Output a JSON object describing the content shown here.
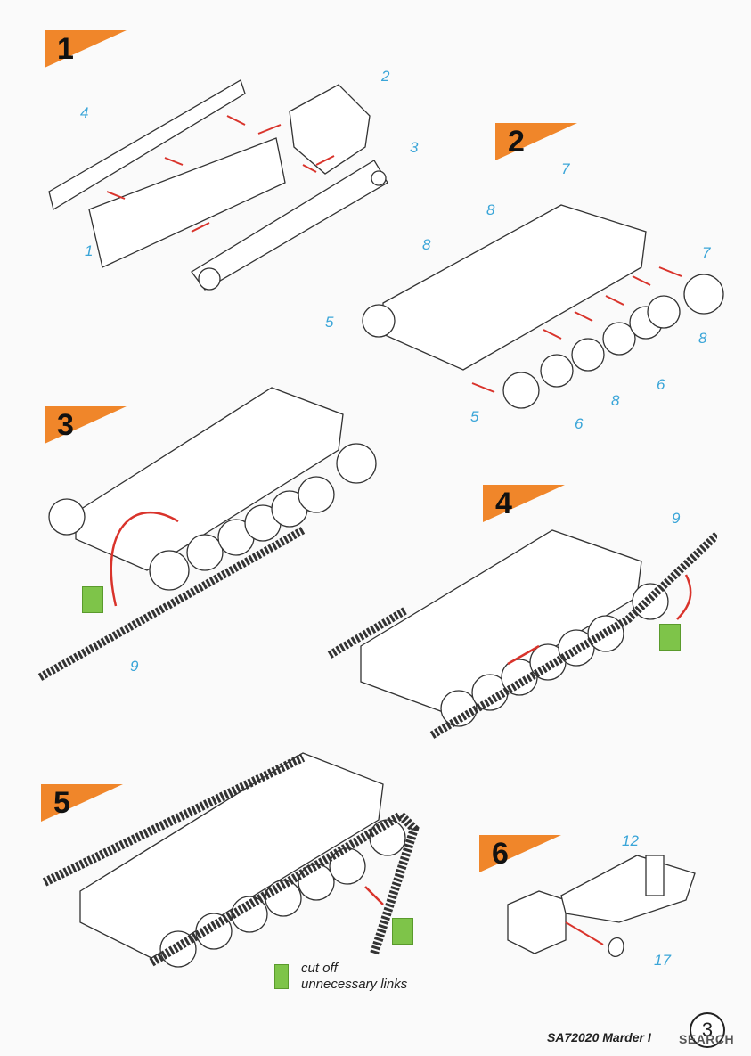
{
  "steps": [
    {
      "number": "1",
      "callouts": [
        "1",
        "2",
        "3",
        "4"
      ]
    },
    {
      "number": "2",
      "callouts": [
        "5",
        "5",
        "6",
        "6",
        "7",
        "7",
        "8",
        "8",
        "8",
        "8"
      ]
    },
    {
      "number": "3",
      "callouts": [
        "9"
      ]
    },
    {
      "number": "4",
      "callouts": [
        "9"
      ]
    },
    {
      "number": "5",
      "note": [
        "cut off",
        "unnecessary links"
      ]
    },
    {
      "number": "6",
      "callouts": [
        "12",
        "17"
      ]
    }
  ],
  "footer": {
    "code": "SA72020 Marder I",
    "page": "3",
    "watermark": "SEARCH"
  },
  "colors": {
    "badge": "#f0862a",
    "callout": "#3aa5d8",
    "arrow": "#d9332b",
    "icon": "#7ec449"
  }
}
